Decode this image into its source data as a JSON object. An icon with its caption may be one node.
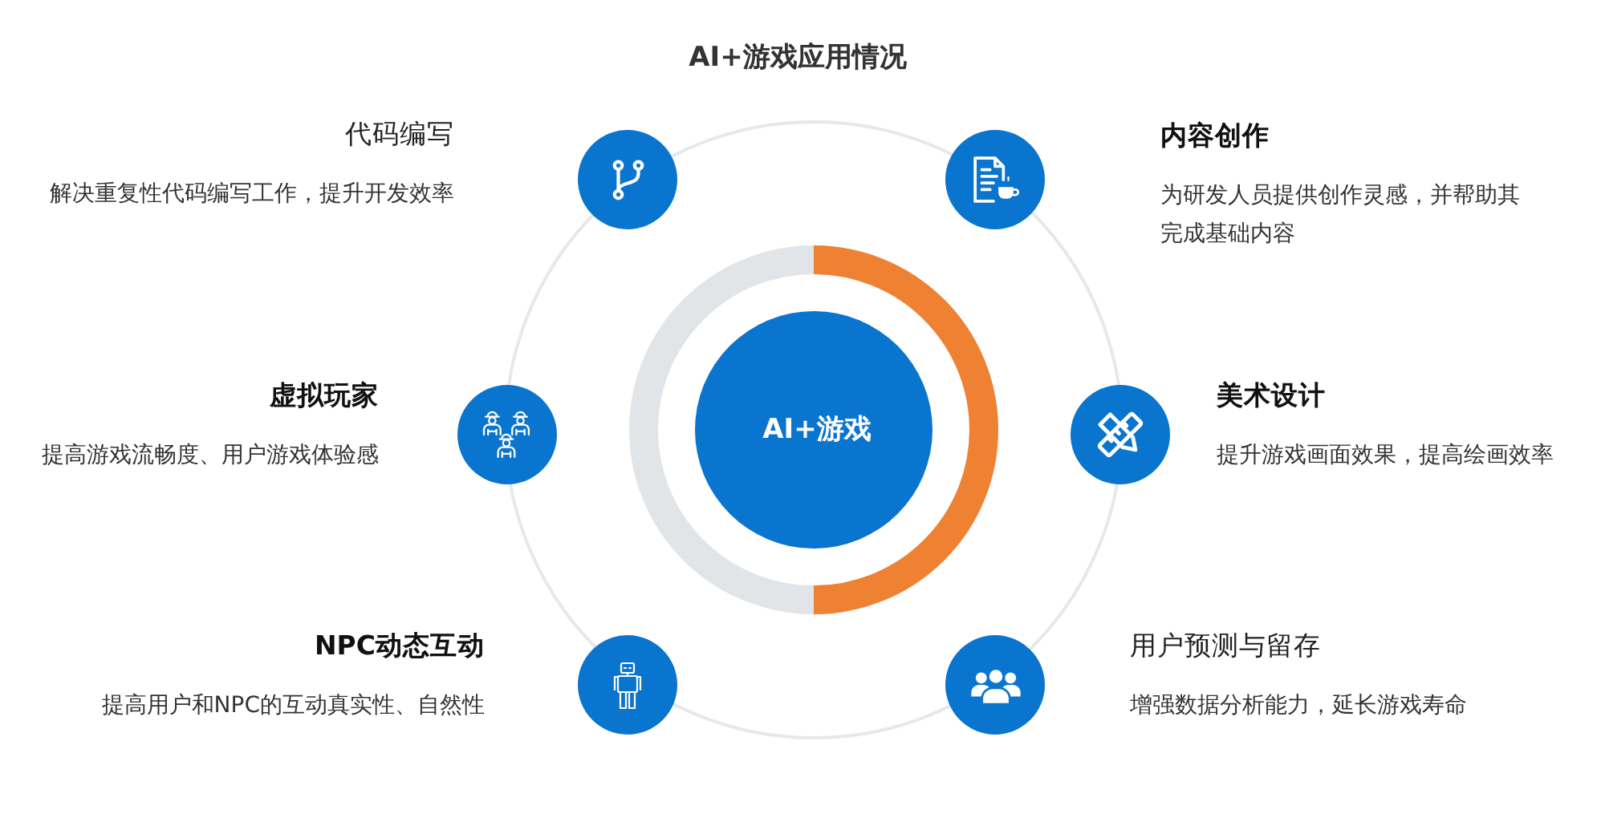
{
  "diagram": {
    "title": "AI+游戏应用情况",
    "nodes": [
      {
        "text": [],
        "shape": "circle",
        "beside": [
          "代码编写",
          "解决重复性代码编写工作，提升开发效率"
        ]
      },
      {
        "text": [],
        "shape": "circle",
        "beside": [
          "内容创作",
          "为研发人员提供创作灵感，并帮助其完成基础内容"
        ]
      },
      {
        "text": [],
        "shape": "circle",
        "beside": [
          "虚拟玩家",
          "提高游戏流畅度、用户游戏体验感"
        ]
      },
      {
        "text": [
          "AI+游戏"
        ]
      },
      {
        "text": [],
        "shape": "circle",
        "beside": [
          "美术设计",
          "提升游戏画面效果，提高绘画效率"
        ]
      },
      {
        "text": [],
        "shape": "circle",
        "beside": [
          "NPC动态互动",
          "提高用户和NPC的互动真实性、自然性"
        ]
      },
      {
        "text": [],
        "shape": "circle",
        "beside": [
          "用户预测与留存",
          "增强数据分析能力，延长游戏寿命"
        ]
      }
    ]
  }
}
